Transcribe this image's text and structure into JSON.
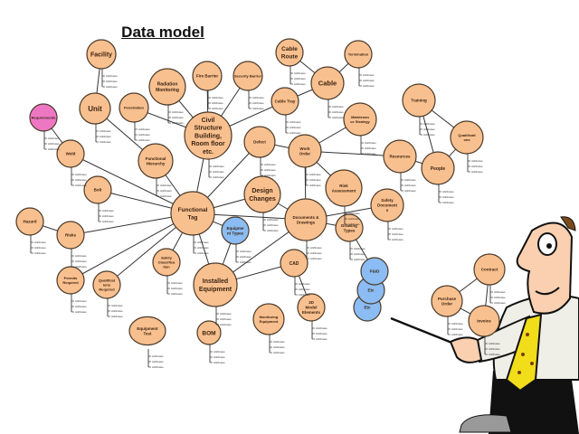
{
  "title": "Data model",
  "attribute_label": "Attributes",
  "colors": {
    "entity": "#f9c08f",
    "requirement": "#ee77c4",
    "type": "#8bbcf3",
    "stroke": "#4a3a2a"
  },
  "nodes": [
    {
      "id": "facility",
      "label": [
        "Facility"
      ],
      "kind": "entity"
    },
    {
      "id": "unit",
      "label": [
        "Unit"
      ],
      "kind": "entity"
    },
    {
      "id": "requirements",
      "label": [
        "Requirements"
      ],
      "kind": "requirement"
    },
    {
      "id": "radiation",
      "label": [
        "Radiation",
        "Monitoring"
      ],
      "kind": "entity"
    },
    {
      "id": "penetration",
      "label": [
        "Penetration"
      ],
      "kind": "entity"
    },
    {
      "id": "firebarrier",
      "label": [
        "Fire Barrier"
      ],
      "kind": "entity"
    },
    {
      "id": "securitybarrier",
      "label": [
        "Security Barrier"
      ],
      "kind": "entity"
    },
    {
      "id": "civil",
      "label": [
        "Civil",
        "Structure",
        "Building,",
        "Room floor",
        "etc."
      ],
      "kind": "entity"
    },
    {
      "id": "cabletray",
      "label": [
        "Cable Tray"
      ],
      "kind": "entity"
    },
    {
      "id": "cableroute",
      "label": [
        "Cable",
        "Route"
      ],
      "kind": "entity"
    },
    {
      "id": "termination",
      "label": [
        "Termination"
      ],
      "kind": "entity"
    },
    {
      "id": "cable",
      "label": [
        "Cable"
      ],
      "kind": "entity"
    },
    {
      "id": "weld",
      "label": [
        "Weld"
      ],
      "kind": "entity"
    },
    {
      "id": "functionalhierarchy",
      "label": [
        "Functional",
        "Hierarchy"
      ],
      "kind": "entity"
    },
    {
      "id": "defect",
      "label": [
        "Defect"
      ],
      "kind": "entity"
    },
    {
      "id": "workorder",
      "label": [
        "Work",
        "Order"
      ],
      "kind": "entity"
    },
    {
      "id": "maintenance",
      "label": [
        "Maintenan",
        "ce Strategy"
      ],
      "kind": "entity"
    },
    {
      "id": "resources",
      "label": [
        "Resources"
      ],
      "kind": "entity"
    },
    {
      "id": "training",
      "label": [
        "Training"
      ],
      "kind": "entity"
    },
    {
      "id": "qualifications",
      "label": [
        "Qualificati",
        "ons"
      ],
      "kind": "entity"
    },
    {
      "id": "people",
      "label": [
        "People"
      ],
      "kind": "entity"
    },
    {
      "id": "riskassessment",
      "label": [
        "Risk",
        "Assessment"
      ],
      "kind": "entity"
    },
    {
      "id": "bolt",
      "label": [
        "Bolt"
      ],
      "kind": "entity"
    },
    {
      "id": "designchanges",
      "label": [
        "Design",
        "Changes"
      ],
      "kind": "entity"
    },
    {
      "id": "functionaltag",
      "label": [
        "Functional",
        "Tag"
      ],
      "kind": "entity"
    },
    {
      "id": "equipmenttypes",
      "label": [
        "Equipme",
        "nt Types"
      ],
      "kind": "type"
    },
    {
      "id": "documents",
      "label": [
        "Documents &",
        "Drawings"
      ],
      "kind": "entity"
    },
    {
      "id": "safetydocuments",
      "label": [
        "Safety",
        "Document",
        "s"
      ],
      "kind": "entity"
    },
    {
      "id": "drawingtypes",
      "label": [
        "Drawing",
        "Types"
      ],
      "kind": "entity"
    },
    {
      "id": "hazard",
      "label": [
        "Hazard"
      ],
      "kind": "entity"
    },
    {
      "id": "risks",
      "label": [
        "Risks"
      ],
      "kind": "entity"
    },
    {
      "id": "safetyclassification",
      "label": [
        "Safety",
        "Classifica",
        "tion"
      ],
      "kind": "entity"
    },
    {
      "id": "installedequipment",
      "label": [
        "Installed",
        "Equipment"
      ],
      "kind": "entity"
    },
    {
      "id": "cad",
      "label": [
        "CAD"
      ],
      "kind": "entity"
    },
    {
      "id": "etc2",
      "label": [
        "Etc"
      ],
      "kind": "type"
    },
    {
      "id": "etc1",
      "label": [
        "Etc"
      ],
      "kind": "type"
    },
    {
      "id": "pid",
      "label": [
        "P&ID"
      ],
      "kind": "type"
    },
    {
      "id": "permits",
      "label": [
        "Permits",
        "Required"
      ],
      "kind": "entity"
    },
    {
      "id": "qualificationsrequired",
      "label": [
        "Qualificat",
        "ions",
        "Required"
      ],
      "kind": "entity"
    },
    {
      "id": "model3d",
      "label": [
        "3D",
        "Model",
        "Elements"
      ],
      "kind": "entity"
    },
    {
      "id": "monitoring",
      "label": [
        "Monitoring",
        "Equipment"
      ],
      "kind": "entity"
    },
    {
      "id": "equipmenttest",
      "label": [
        "Equipment",
        "Test"
      ],
      "kind": "entity"
    },
    {
      "id": "bom",
      "label": [
        "BOM"
      ],
      "kind": "entity"
    },
    {
      "id": "contract",
      "label": [
        "Contract"
      ],
      "kind": "entity"
    },
    {
      "id": "purchaseorder",
      "label": [
        "Purchase",
        "Order"
      ],
      "kind": "entity"
    },
    {
      "id": "invoice",
      "label": [
        "Invoice"
      ],
      "kind": "entity"
    }
  ],
  "edges": [
    [
      "facility",
      "unit"
    ],
    [
      "unit",
      "functionalhierarchy"
    ],
    [
      "requirements",
      "weld"
    ],
    [
      "weld",
      "functionaltag"
    ],
    [
      "functionalhierarchy",
      "functionaltag"
    ],
    [
      "radiation",
      "civil"
    ],
    [
      "penetration",
      "civil"
    ],
    [
      "firebarrier",
      "civil"
    ],
    [
      "securitybarrier",
      "civil"
    ],
    [
      "cabletray",
      "civil"
    ],
    [
      "cabletray",
      "cable"
    ],
    [
      "cableroute",
      "cable"
    ],
    [
      "termination",
      "cable"
    ],
    [
      "civil",
      "functionaltag"
    ],
    [
      "defect",
      "functionaltag"
    ],
    [
      "defect",
      "workorder"
    ],
    [
      "workorder",
      "maintenance"
    ],
    [
      "workorder",
      "resources"
    ],
    [
      "workorder",
      "riskassessment"
    ],
    [
      "workorder",
      "documents"
    ],
    [
      "resources",
      "people"
    ],
    [
      "people",
      "training"
    ],
    [
      "people",
      "qualifications"
    ],
    [
      "training",
      "qualifications"
    ],
    [
      "bolt",
      "functionaltag"
    ],
    [
      "hazard",
      "risks"
    ],
    [
      "risks",
      "functionaltag"
    ],
    [
      "permits",
      "functionaltag"
    ],
    [
      "qualificationsrequired",
      "functionaltag"
    ],
    [
      "safetyclassification",
      "functionaltag"
    ],
    [
      "functionaltag",
      "installedequipment"
    ],
    [
      "functionaltag",
      "equipmenttypes"
    ],
    [
      "functionaltag",
      "designchanges"
    ],
    [
      "functionaltag",
      "documents"
    ],
    [
      "equipmenttypes",
      "installedequipment"
    ],
    [
      "installedequipment",
      "documents"
    ],
    [
      "installedequipment",
      "cad"
    ],
    [
      "designchanges",
      "documents"
    ],
    [
      "documents",
      "safetydocuments"
    ],
    [
      "documents",
      "drawingtypes"
    ],
    [
      "drawingtypes",
      "pid"
    ],
    [
      "cad",
      "model3d"
    ],
    [
      "contract",
      "purchaseorder"
    ],
    [
      "contract",
      "invoice"
    ],
    [
      "purchaseorder",
      "invoice"
    ]
  ]
}
